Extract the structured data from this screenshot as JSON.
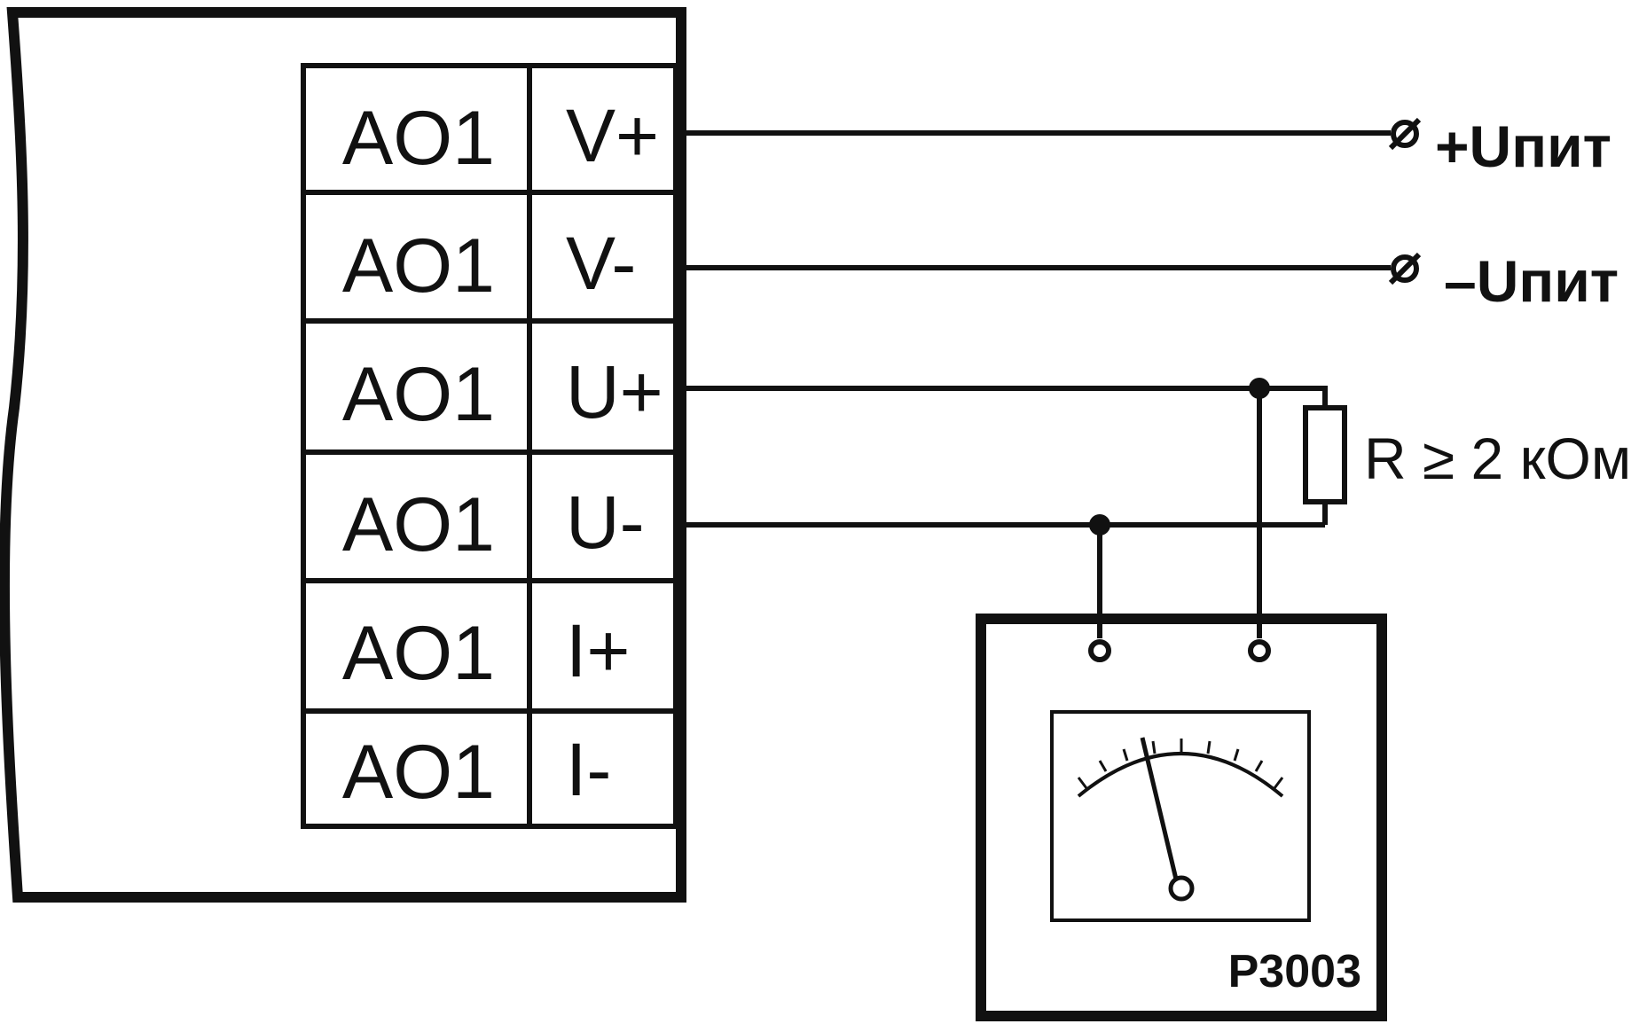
{
  "terminals": [
    {
      "block": "AO1",
      "pin": "V+"
    },
    {
      "block": "AO1",
      "pin": "V-"
    },
    {
      "block": "AO1",
      "pin": "U+"
    },
    {
      "block": "AO1",
      "pin": "U-"
    },
    {
      "block": "AO1",
      "pin": "I+"
    },
    {
      "block": "AO1",
      "pin": "I-"
    }
  ],
  "supply": {
    "plus": "+Uпит",
    "minus": "–Uпит",
    "terminal_symbol": "ø"
  },
  "resistor": {
    "label": "R ≥ 2 кОм"
  },
  "meter": {
    "label": "Р3003"
  },
  "colors": {
    "line": "#111111",
    "background": "#ffffff"
  }
}
